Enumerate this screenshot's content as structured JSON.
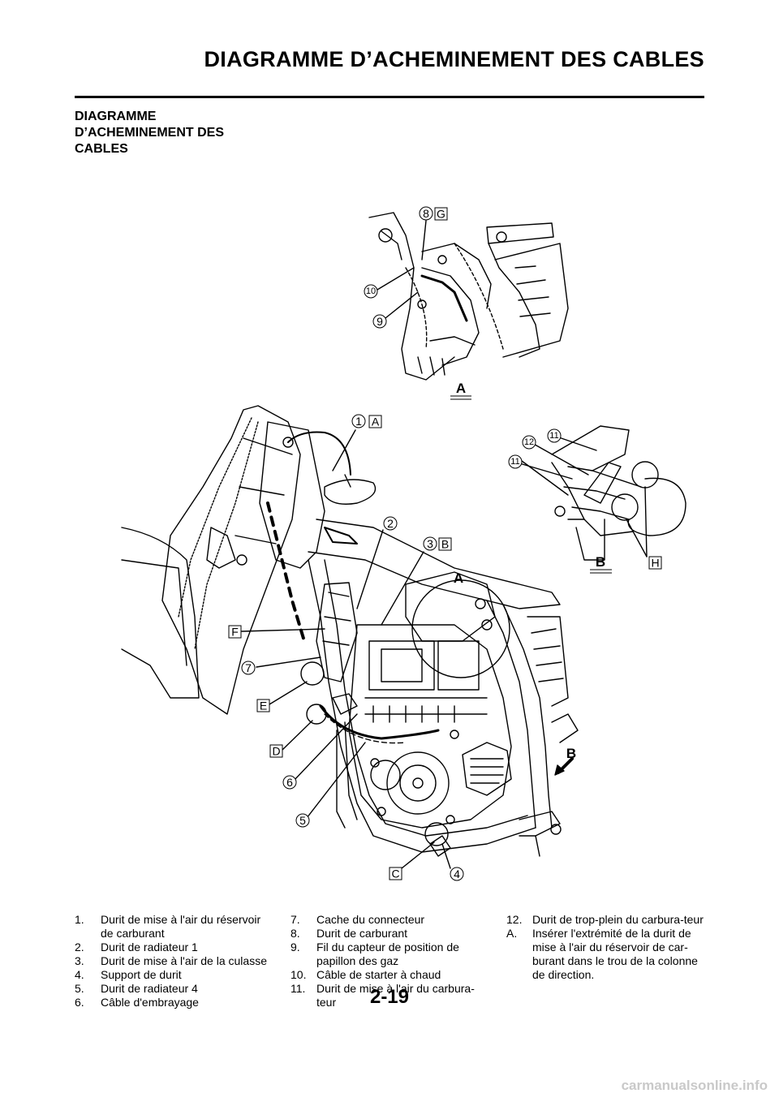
{
  "header": {
    "title": "DIAGRAMME D’ACHEMINEMENT DES CABLES"
  },
  "section": {
    "title_lines": [
      "DIAGRAMME",
      "D’ACHEMINEMENT DES",
      "CABLES"
    ]
  },
  "callouts": {
    "n1": "1",
    "n2": "2",
    "n3": "3",
    "n4": "4",
    "n5": "5",
    "n6": "6",
    "n7": "7",
    "n8": "8",
    "n9": "9",
    "n10": "10",
    "n11": "11",
    "n12": "12",
    "lA": "A",
    "lB": "B",
    "lC": "C",
    "lD": "D",
    "lE": "E",
    "lF": "F",
    "lG": "G",
    "lH": "H"
  },
  "legend": {
    "col1": [
      {
        "num": "1.",
        "text": "Durit de mise à l'air du réservoir de carburant"
      },
      {
        "num": "2.",
        "text": "Durit de radiateur 1"
      },
      {
        "num": "3.",
        "text": "Durit de mise à l'air de la culasse"
      },
      {
        "num": "4.",
        "text": "Support de durit"
      },
      {
        "num": "5.",
        "text": "Durit de radiateur 4"
      },
      {
        "num": "6.",
        "text": "Câble d'embrayage"
      }
    ],
    "col2": [
      {
        "num": "7.",
        "text": "Cache du connecteur"
      },
      {
        "num": "8.",
        "text": "Durit de carburant"
      },
      {
        "num": "9.",
        "text": "Fil du capteur de position de papillon des gaz"
      },
      {
        "num": "10.",
        "text": "Câble de starter à chaud"
      },
      {
        "num": "11.",
        "text": "Durit de mise à l'air du carbura-teur"
      }
    ],
    "col3": [
      {
        "num": "12.",
        "text": "Durit de trop-plein du carbura-teur"
      },
      {
        "num": "A.",
        "text": "Insérer l'extrémité de la durit de mise à l'air du réservoir de car-burant dans le trou de la colonne de direction."
      }
    ]
  },
  "page_number": "2-19",
  "watermark": "carmanualsonline.info"
}
